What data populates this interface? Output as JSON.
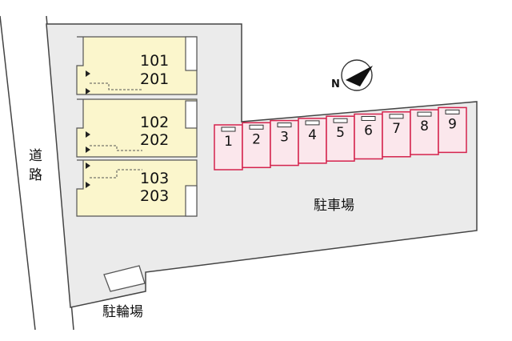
{
  "site": {
    "road_label": "道路",
    "parking_label": "駐車場",
    "bicycle_parking_label": "駐輪場",
    "north_label": "N"
  },
  "building": {
    "units": [
      {
        "upper": "101",
        "lower": "201"
      },
      {
        "upper": "102",
        "lower": "202"
      },
      {
        "upper": "103",
        "lower": "203"
      }
    ]
  },
  "parking_spaces": [
    "1",
    "2",
    "3",
    "4",
    "5",
    "6",
    "7",
    "8",
    "9"
  ],
  "colors": {
    "lot_fill": "#ebebeb",
    "building_fill": "#fbf6cc",
    "space_fill": "#fbe7ec",
    "space_stroke": "#d4234d",
    "road_fill": "#ffffff",
    "outline": "#333333"
  }
}
